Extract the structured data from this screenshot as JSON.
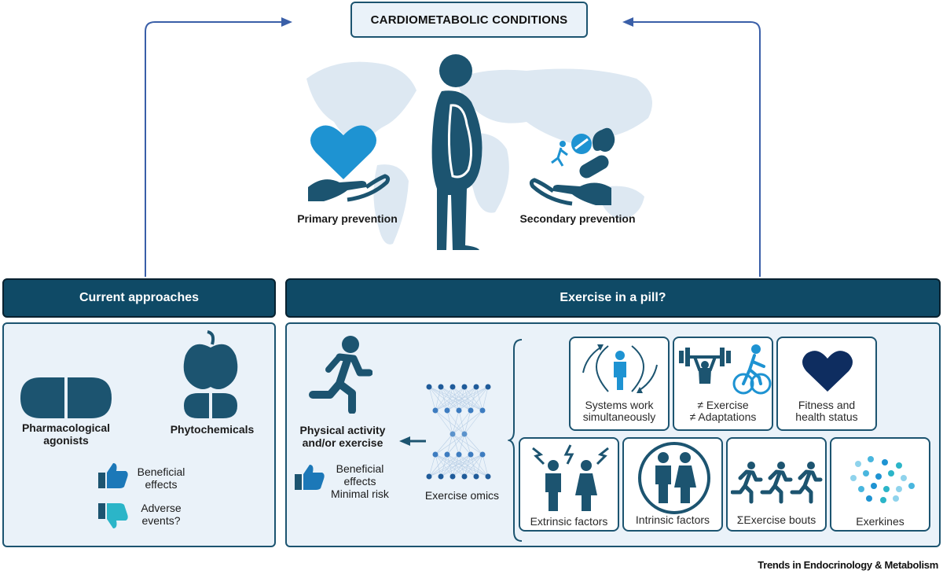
{
  "top": {
    "title": "CARDIOMETABOLIC CONDITIONS",
    "primary": "Primary prevention",
    "secondary": "Secondary prevention"
  },
  "current": {
    "header": "Current approaches",
    "pharma_line1": "Pharmacological",
    "pharma_line2": "agonists",
    "phyto": "Phytochemicals",
    "beneficial_line1": "Beneficial",
    "beneficial_line2": "effects",
    "adverse_line1": "Adverse",
    "adverse_line2": "events?"
  },
  "pill": {
    "header": "Exercise in a pill?",
    "activity_line1": "Physical activity",
    "activity_line2": "and/or exercise",
    "benefit_line1": "Beneficial",
    "benefit_line2": "effects",
    "benefit_line3": "Minimal risk",
    "omics": "Exercise omics",
    "cards": {
      "systems_line1": "Systems work",
      "systems_line2": "simultaneously",
      "exercise_line1": "≠ Exercise",
      "exercise_line2": "≠ Adaptations",
      "fitness_line1": "Fitness and",
      "fitness_line2": "health status",
      "extrinsic": "Extrinsic factors",
      "intrinsic": "Intrinsic factors",
      "bouts": "ΣExercise bouts",
      "exerkines": "Exerkines"
    }
  },
  "footer": "Trends in Endocrinology & Metabolism",
  "colors": {
    "dark_teal": "#1c5470",
    "header_navy": "#0f4a66",
    "light_bg": "#eaf2f9",
    "heart_blue": "#1e93d2",
    "arrow_blue": "#3a5fa8",
    "thumb_up": "#1c78b8",
    "thumb_down": "#2bb5c8"
  }
}
